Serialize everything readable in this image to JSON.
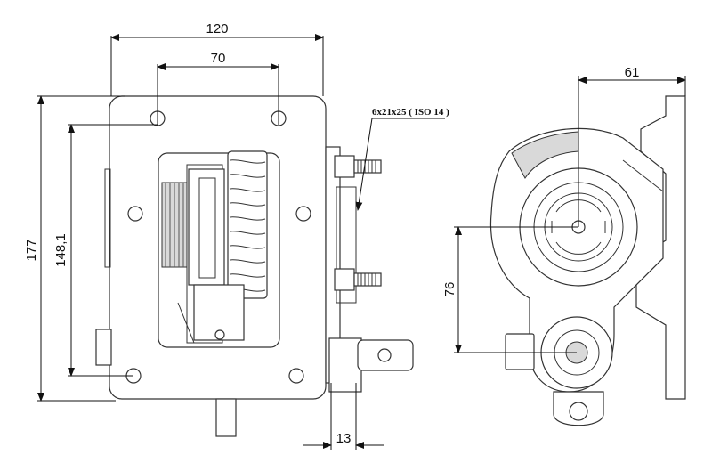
{
  "dimensions": {
    "overall_width": "120",
    "bolt_spacing_horizontal": "70",
    "overall_height": "177",
    "bolt_spacing_vertical": "148,1",
    "flange_thickness": "13",
    "side_view_offset": "61",
    "shaft_center_distance": "76"
  },
  "notes": {
    "bolt_spec": "6x21x25 ( ISO 14 )"
  }
}
